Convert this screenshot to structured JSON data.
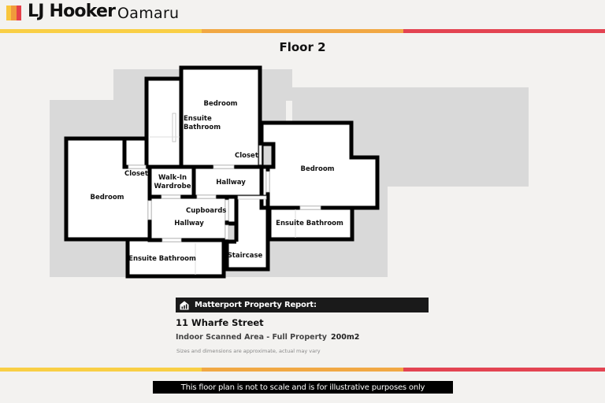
{
  "header": {
    "brand": "LJ Hooker",
    "office": "Oamaru",
    "logo_colors": [
      "#f9c63d",
      "#f0993c",
      "#e5404a"
    ]
  },
  "stripe_colors": [
    "#f9cf45",
    "#f1a844",
    "#e34452"
  ],
  "floor_title": "Floor 2",
  "floorplan": {
    "colors": {
      "wall": "#000000",
      "room_fill": "#ffffff",
      "outdoor_area": "#d9d9d9",
      "background": "#f3f2f0"
    },
    "rooms": [
      {
        "id": "bedroom-top",
        "label": "Bedroom"
      },
      {
        "id": "ensuite-top",
        "label": "Ensuite\nBathroom"
      },
      {
        "id": "closet-top",
        "label": "Closet"
      },
      {
        "id": "bedroom-right",
        "label": "Bedroom"
      },
      {
        "id": "closet-left",
        "label": "Closet"
      },
      {
        "id": "walkin-wardrobe",
        "label": "Walk-In\nWardrobe"
      },
      {
        "id": "hallway-upper",
        "label": "Hallway"
      },
      {
        "id": "bedroom-left",
        "label": "Bedroom"
      },
      {
        "id": "cupboards",
        "label": "Cupboards"
      },
      {
        "id": "hallway-lower",
        "label": "Hallway"
      },
      {
        "id": "ensuite-right",
        "label": "Ensuite Bathroom"
      },
      {
        "id": "ensuite-bottom",
        "label": "Ensuite Bathroom"
      },
      {
        "id": "staircase",
        "label": "Staircase"
      }
    ]
  },
  "report": {
    "icon": "house-chart-icon",
    "title": "Matterport Property Report:",
    "address": "11 Wharfe Street",
    "area_label": "Indoor Scanned Area - Full Property",
    "area_value": "200m2",
    "note": "Sizes and dimensions are approximate, actual may vary"
  },
  "footer_note": "This floor plan is not to scale and is for illustrative purposes only"
}
